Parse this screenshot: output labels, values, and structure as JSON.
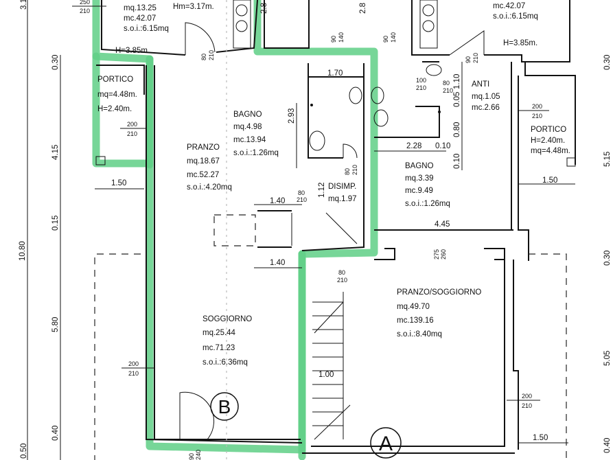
{
  "plan": {
    "highlight_color": "#5fcf86",
    "unit_markers": {
      "a": "A",
      "b": "B"
    },
    "rooms": {
      "top_left": {
        "area": "mq.13.25",
        "volume": "mc.42.07",
        "soi": "s.o.i.:6.15mq",
        "height_mean": "Hm=3.17m.",
        "height": "H=3.85m."
      },
      "top_right": {
        "volume": "mc.42.07",
        "soi": "s.o.i.:6.15mq",
        "height": "H=3.85m."
      },
      "portico_left": {
        "name": "PORTICO",
        "area": "mq=4.48m.",
        "height": "H=2.40m."
      },
      "portico_right": {
        "name": "PORTICO",
        "height": "H=2.40m.",
        "area": "mq=4.48m."
      },
      "bagno_b": {
        "name": "BAGNO",
        "area": "mq.4.98",
        "volume": "mc.13.94",
        "soi": "s.o.i.:1.26mq"
      },
      "pranzo_b": {
        "name": "PRANZO",
        "area": "mq.18.67",
        "volume": "mc.52.27",
        "soi": "s.o.i.:4.20mq"
      },
      "disimp": {
        "name": "DISIMP.",
        "area": "mq.1.97"
      },
      "anti": {
        "name": "ANTI",
        "area": "mq.1.05",
        "volume": "mc.2.66"
      },
      "bagno_a": {
        "name": "BAGNO",
        "area": "mq.3.39",
        "volume": "mc.9.49",
        "soi": "s.o.i.:1.26mq"
      },
      "soggiorno_b": {
        "name": "SOGGIORNO",
        "area": "mq.25.44",
        "volume": "mc.71.23",
        "soi": "s.o.i.:6.36mq"
      },
      "pranzo_soggiorno_a": {
        "name": "PRANZO/SOGGIORNO",
        "area": "mq.49.70",
        "volume": "mc.139.16",
        "soi": "s.o.i.:8.40mq"
      }
    },
    "openings": {
      "o250": {
        "w": "250",
        "h": "210"
      },
      "o80_top": {
        "w": "80",
        "h": "210"
      },
      "o90_140_a": {
        "w": "90",
        "h": "140"
      },
      "o90_140_b": {
        "w": "90",
        "h": "140"
      },
      "o90_210_anti": {
        "w": "90",
        "h": "210"
      },
      "o100": {
        "w": "100",
        "h": "210"
      },
      "o80_anti": {
        "w": "80",
        "h": "210"
      },
      "o200_portico_l": {
        "w": "200",
        "h": "210"
      },
      "o200_portico_r": {
        "w": "200",
        "h": "210"
      },
      "o80_disimp": {
        "w": "80",
        "h": "210"
      },
      "o80_stair": {
        "w": "80",
        "h": "210"
      },
      "o80_bagno": {
        "w": "80",
        "h": "210"
      },
      "o275": {
        "w": "275",
        "h": "260"
      },
      "o200_sogg": {
        "w": "200",
        "h": "210"
      },
      "o200_a": {
        "w": "200",
        "h": "210"
      },
      "o90_240": {
        "w": "90",
        "h": "240"
      }
    },
    "dimensions": {
      "total_left": "10.80",
      "l_030": "0.30",
      "l_415": "4.15",
      "l_015": "0.15",
      "l_580": "5.80",
      "l_040": "0.40",
      "l_050": "0.50",
      "r_030a": "0.30",
      "r_515": "5.15",
      "r_030b": "0.30",
      "r_505": "5.05",
      "r_040": "0.40",
      "portico_l_w": "1.50",
      "portico_r_w": "1.50",
      "bottom_r_w": "1.50",
      "bagno_w": "1.70",
      "bagno_h": "2.93",
      "stair_w1": "1.40",
      "stair_w2": "1.40",
      "disimp_h": "1.12",
      "bagno_a_w": "2.28",
      "wall_010": "0.10",
      "v_110": "1.10",
      "v_005": "0.05",
      "v_080": "0.80",
      "v_010": "0.10",
      "room_a_w": "4.45",
      "stair_run": "1.00",
      "top_28a": "2.8",
      "top_28b": "2.8",
      "top_31": "3.1"
    }
  }
}
